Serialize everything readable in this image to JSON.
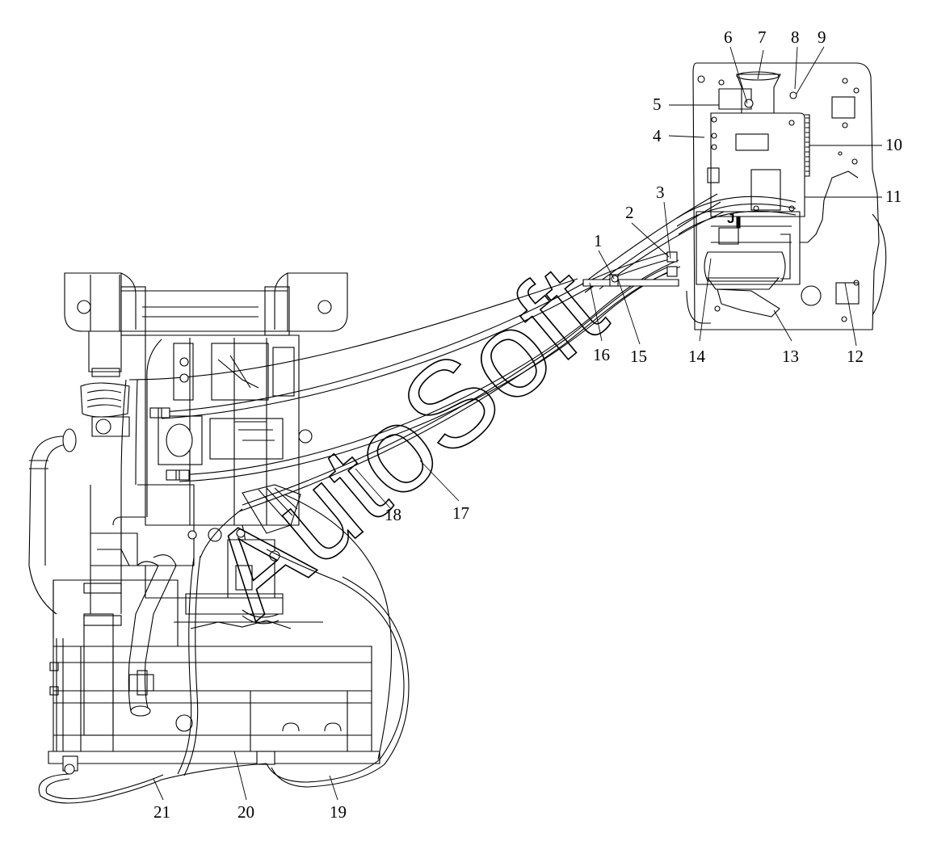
{
  "diagram": {
    "callouts": [
      "1",
      "2",
      "3",
      "4",
      "5",
      "6",
      "7",
      "8",
      "9",
      "10",
      "11",
      "12",
      "13",
      "14",
      "15",
      "16",
      "17",
      "18",
      "19",
      "20",
      "21"
    ],
    "view_marker": "J",
    "watermark": "AutoSoft"
  }
}
